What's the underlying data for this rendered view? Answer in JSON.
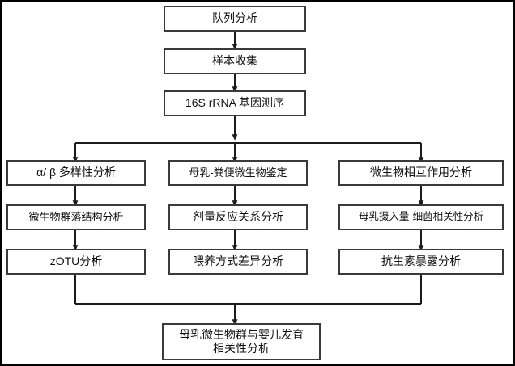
{
  "diagram": {
    "title_text": "",
    "type": "flowchart",
    "orientation": "top-to-bottom",
    "border_color": "#000000",
    "box_border_color": "#3a3a3a",
    "box_fill": "#ffffff",
    "text_color": "#111111",
    "nodes": {
      "cohort_analysis": "队列分析",
      "sample_collection": "样本收集",
      "sequencing": "16S rRNA 基因测序",
      "diversity_analysis": "α/ β 多样性分析",
      "milk_stool_identification": "母乳-粪便微生物鉴定",
      "microbe_interaction": "微生物相互作用分析",
      "community_structure": "微生物群落结构分析",
      "dose_response": "剂量反应关系分析",
      "milk_intake_bacteria": "母乳摄入量-细菌相关性分析",
      "zotu_analysis": "zOTU分析",
      "feeding_mode_difference": "喂养方式差异分析",
      "antibiotic_exposure": "抗生素暴露分析",
      "final_correlation": "母乳微生物群与婴儿发育\n相关性分析"
    },
    "edges": [
      {
        "from": "cohort_analysis",
        "to": "sample_collection",
        "style": "arrow-down"
      },
      {
        "from": "sample_collection",
        "to": "sequencing",
        "style": "arrow-down"
      },
      {
        "from": "sequencing",
        "to": "branch-bus",
        "style": "arrow-down"
      },
      {
        "from": "branch-bus",
        "to": "diversity_analysis",
        "style": "arrow-down"
      },
      {
        "from": "branch-bus",
        "to": "milk_stool_identification",
        "style": "arrow-down"
      },
      {
        "from": "branch-bus",
        "to": "microbe_interaction",
        "style": "arrow-down"
      },
      {
        "from": "diversity_analysis",
        "to": "community_structure",
        "style": "arrow-down"
      },
      {
        "from": "community_structure",
        "to": "zotu_analysis",
        "style": "arrow-down"
      },
      {
        "from": "milk_stool_identification",
        "to": "dose_response",
        "style": "arrow-down"
      },
      {
        "from": "dose_response",
        "to": "feeding_mode_difference",
        "style": "arrow-down"
      },
      {
        "from": "microbe_interaction",
        "to": "milk_intake_bacteria",
        "style": "arrow-down"
      },
      {
        "from": "milk_intake_bacteria",
        "to": "antibiotic_exposure",
        "style": "arrow-down"
      },
      {
        "from": "zotu_analysis",
        "to": "merge-bus",
        "style": "line"
      },
      {
        "from": "antibiotic_exposure",
        "to": "merge-bus",
        "style": "line"
      },
      {
        "from": "merge-bus",
        "to": "final_correlation",
        "style": "arrow-down"
      }
    ]
  }
}
